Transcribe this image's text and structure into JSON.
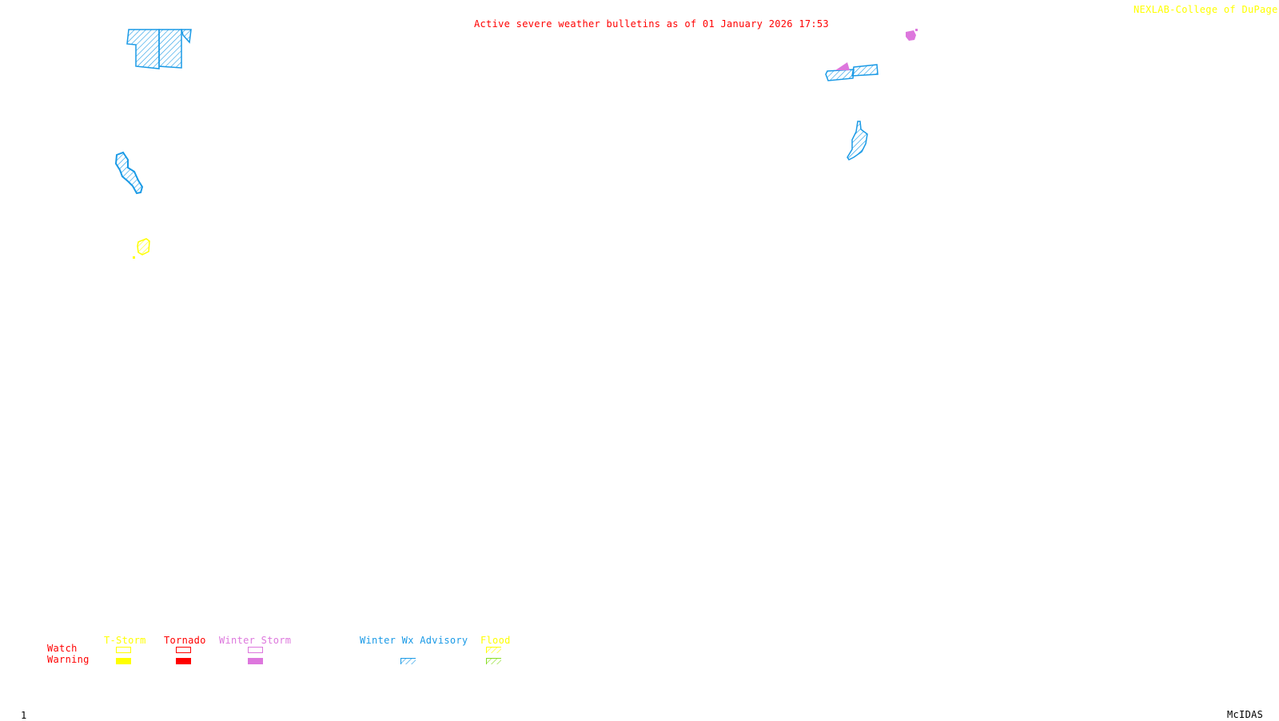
{
  "header": {
    "title": "Active severe weather bulletins as of 01 January 2026 17:53",
    "credit": "NEXLAB-College of DuPage",
    "credit_icon": "logo-icon"
  },
  "colors": {
    "title": "#ff0000",
    "credit": "#ffff00",
    "tstorm": "#ffff00",
    "tornado": "#ff0000",
    "winter_storm": "#dd77dd",
    "winter_wx_advisory": "#1a9ae6",
    "flood_watch": "#ffff00",
    "flood_warning": "#88dd22",
    "footer": "#000000"
  },
  "map_regions": [
    {
      "id": "region-nw-winter-advisory",
      "type": "Winter Wx Advisory",
      "category": "warning",
      "location": "north-west"
    },
    {
      "id": "region-west-coast-winter-advisory",
      "type": "Winter Wx Advisory",
      "category": "warning",
      "location": "west"
    },
    {
      "id": "region-sw-tstorm",
      "type": "T-Storm",
      "category": "watch",
      "location": "south-west"
    },
    {
      "id": "region-ne-winter-advisory",
      "type": "Winter Wx Advisory",
      "category": "warning",
      "location": "north-east"
    },
    {
      "id": "region-ne-winter-storm",
      "type": "Winter Storm",
      "category": "warning",
      "location": "north-east"
    },
    {
      "id": "region-ne-winter-storm-small",
      "type": "Winter Storm",
      "category": "warning",
      "location": "north-east"
    },
    {
      "id": "region-east-winter-advisory",
      "type": "Winter Wx Advisory",
      "category": "warning",
      "location": "east"
    }
  ],
  "legend": {
    "row_labels": {
      "watch": "Watch",
      "warning": "Warning"
    },
    "columns": [
      {
        "label": "T-Storm",
        "watch": "outline",
        "warning": "solid",
        "color_key": "tstorm"
      },
      {
        "label": "Tornado",
        "watch": "outline",
        "warning": "solid",
        "color_key": "tornado"
      },
      {
        "label": "Winter Storm",
        "watch": "outline",
        "warning": "solid",
        "color_key": "winter_storm"
      },
      {
        "label": "Winter Wx Advisory",
        "watch": "none",
        "warning": "hatched",
        "color_key": "winter_wx_advisory"
      },
      {
        "label": "Flood",
        "watch": "hatched",
        "warning": "hatched",
        "color_key": "flood_watch"
      }
    ]
  },
  "footer": {
    "frame_number": "1",
    "software": "McIDAS"
  }
}
